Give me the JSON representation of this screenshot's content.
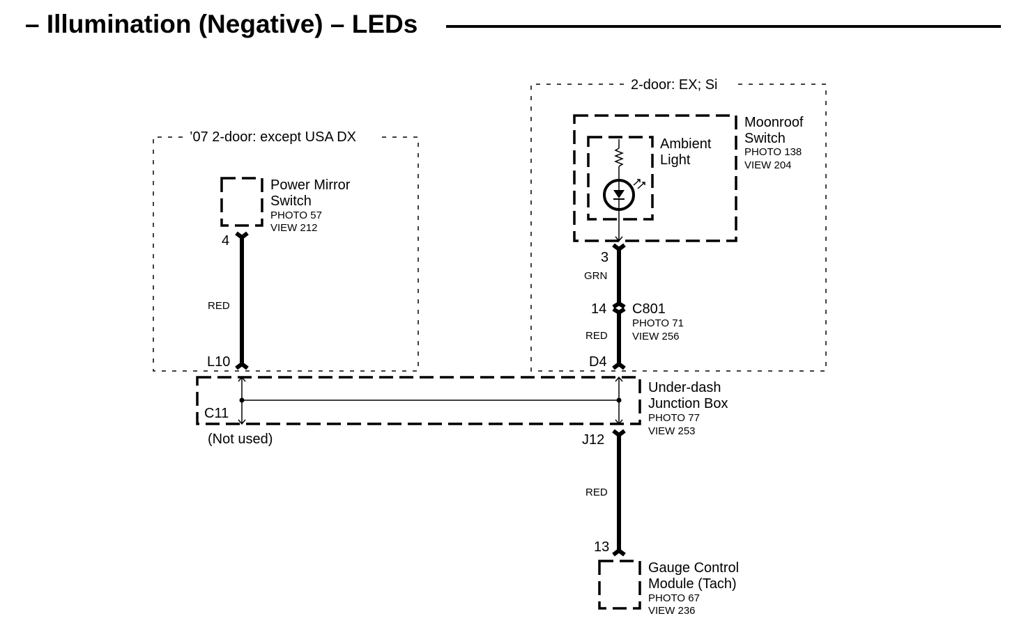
{
  "title": "– Illumination (Negative) – LEDs",
  "regions": {
    "left": "’07 2-door: except USA DX",
    "right": "2-door: EX; Si"
  },
  "power_mirror_switch": {
    "name_line1": "Power Mirror",
    "name_line2": "Switch",
    "photo": "PHOTO 57",
    "view": "VIEW 212",
    "pin": "4"
  },
  "moonroof_switch": {
    "name_line1": "Moonroof",
    "name_line2": "Switch",
    "photo": "PHOTO 138",
    "view": "VIEW 204",
    "pin": "3"
  },
  "ambient_light": {
    "name_line1": "Ambient",
    "name_line2": "Light"
  },
  "connector_c801": {
    "name": "C801",
    "photo": "PHOTO 71",
    "view": "VIEW 256",
    "pin": "14"
  },
  "junction_box": {
    "name_line1": "Under-dash",
    "name_line2": "Junction Box",
    "photo": "PHOTO 77",
    "view": "VIEW 253",
    "pin_left": "L10",
    "pin_right": "D4",
    "pin_bottom": "J12",
    "connector": "C11",
    "not_used": "(Not used)"
  },
  "gauge_control_module": {
    "name_line1": "Gauge Control",
    "name_line2": "Module (Tach)",
    "photo": "PHOTO 67",
    "view": "VIEW 236",
    "pin": "13"
  },
  "wire_colors": {
    "mirror_wire": "RED",
    "moonroof_upper": "GRN",
    "moonroof_lower": "RED",
    "gauge_wire": "RED"
  }
}
